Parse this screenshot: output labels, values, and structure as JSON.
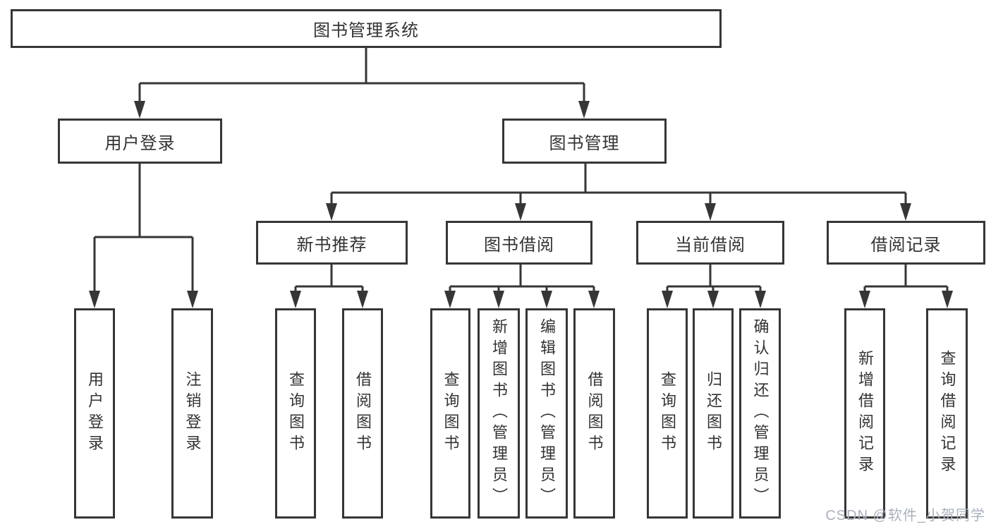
{
  "diagram": {
    "title": "图书管理系统",
    "watermark": "CSDN @软件_小贺同学",
    "colors": {
      "line": "#363636",
      "text": "#333333",
      "background": "#ffffff",
      "watermark": "#aab0bc"
    }
  },
  "nodes": {
    "root": {
      "label": "图书管理系统"
    },
    "user_login": {
      "label": "用户登录"
    },
    "book_mgmt": {
      "label": "图书管理"
    },
    "new_book_rec": {
      "label": "新书推荐"
    },
    "book_borrow": {
      "label": "图书借阅"
    },
    "current_borrow": {
      "label": "当前借阅"
    },
    "borrow_records": {
      "label": "借阅记录"
    },
    "leaf_user_login": {
      "label": "用户登录"
    },
    "leaf_logout": {
      "label": "注销登录"
    },
    "leaf_query_book_1": {
      "label": "查询图书"
    },
    "leaf_borrow_book_1": {
      "label": "借阅图书"
    },
    "leaf_query_book_2": {
      "label": "查询图书"
    },
    "leaf_add_book": {
      "label": "新增图书（管理员）"
    },
    "leaf_edit_book": {
      "label": "编辑图书（管理员）"
    },
    "leaf_borrow_book_2": {
      "label": "借阅图书"
    },
    "leaf_query_book_3": {
      "label": "查询图书"
    },
    "leaf_return_book": {
      "label": "归还图书"
    },
    "leaf_confirm_return": {
      "label": "确认归还（管理员）"
    },
    "leaf_add_record": {
      "label": "新增借阅记录"
    },
    "leaf_query_record": {
      "label": "查询借阅记录"
    }
  }
}
